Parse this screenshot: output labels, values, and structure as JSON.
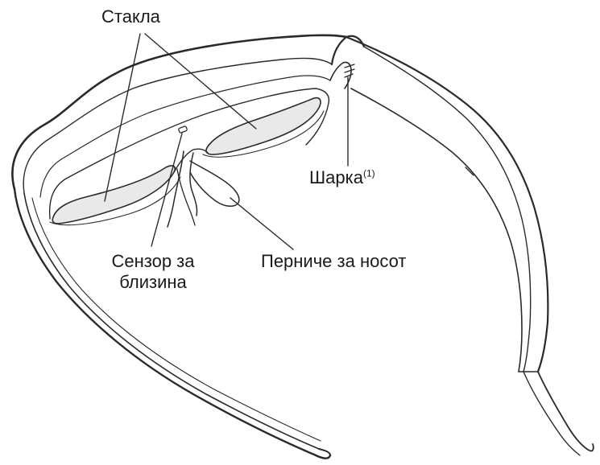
{
  "labels": {
    "lenses": "Стакла",
    "hinge": "Шарка",
    "hinge_note": "(1)",
    "proximity_sensor_line1": "Сензор за",
    "proximity_sensor_line2": "близина",
    "nose_pad": "Перниче за носот"
  },
  "colors": {
    "stroke": "#2a2a2a",
    "lens_fill": "#e9e9e9",
    "background": "#ffffff"
  }
}
